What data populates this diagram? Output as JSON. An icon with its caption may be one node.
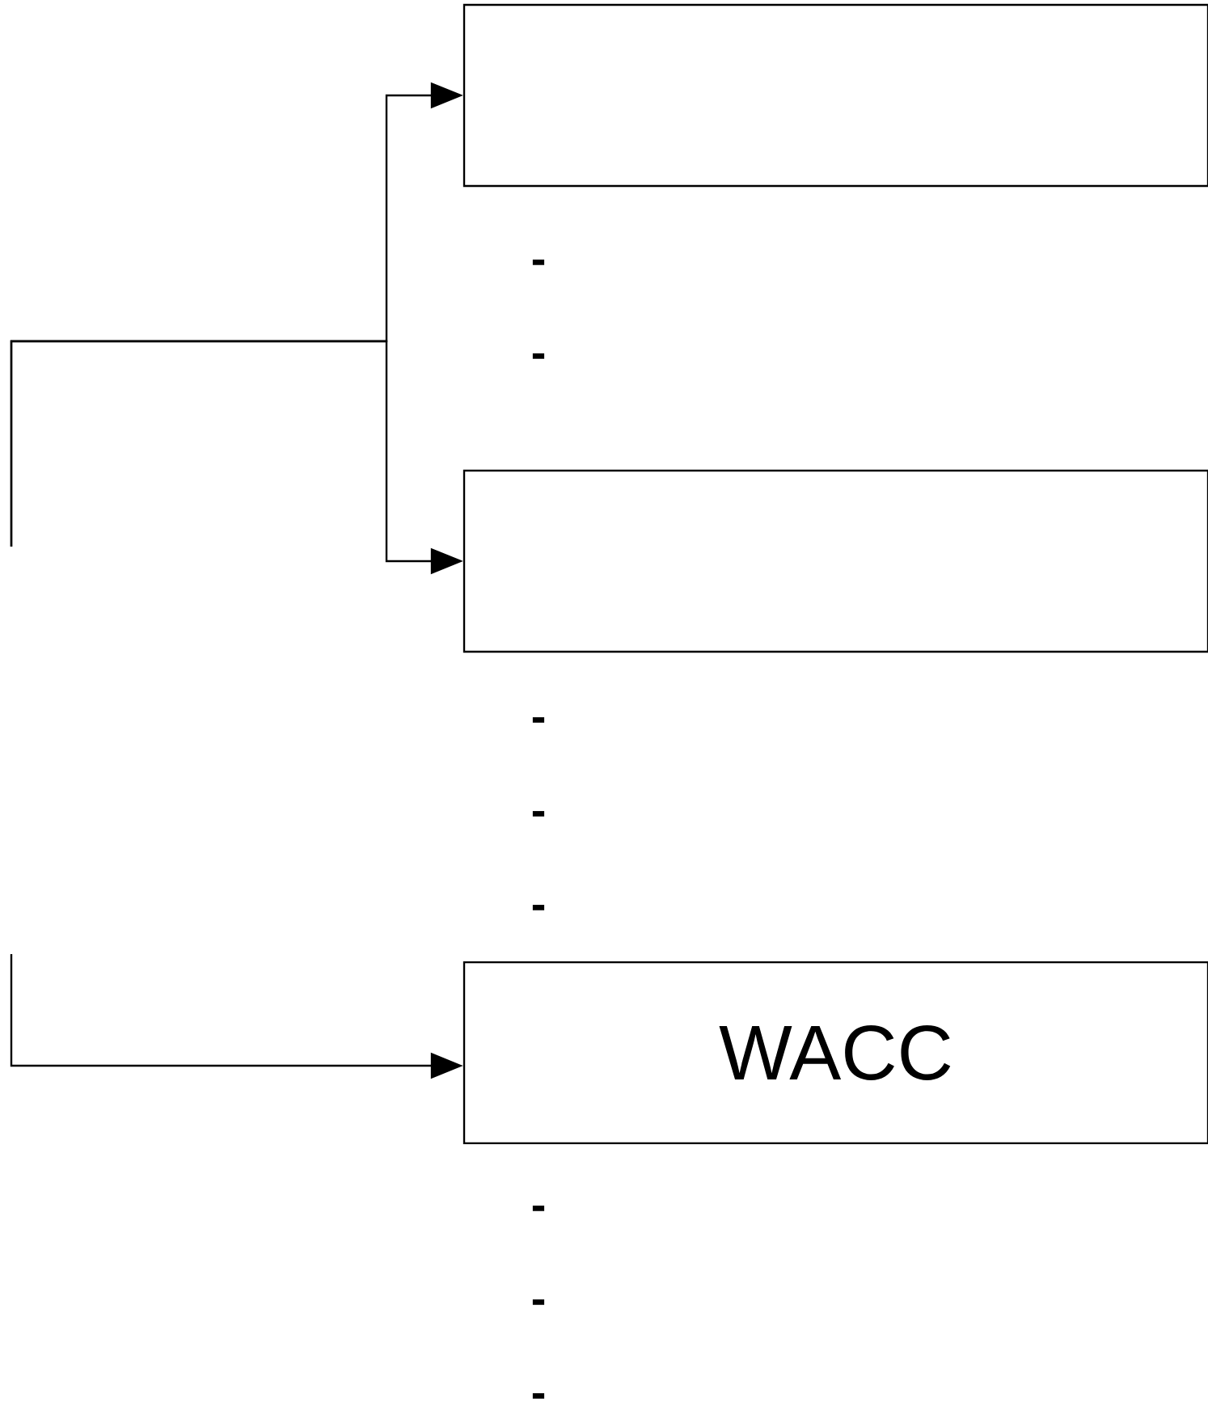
{
  "diagram": {
    "nodes": [
      {
        "text": [],
        "shape": "box"
      },
      {
        "text": [],
        "shape": "box"
      },
      {
        "text": [
          "WACC"
        ]
      }
    ],
    "edges": [
      {
        "from": null,
        "to": 0,
        "arrow": "to"
      },
      {
        "from": null,
        "to": 1,
        "arrow": "to"
      },
      {
        "from": null,
        "to": 2,
        "arrow": "to"
      }
    ],
    "labels": [
      "-",
      "-",
      "-",
      "-",
      "-",
      "-",
      "-",
      "-"
    ]
  }
}
